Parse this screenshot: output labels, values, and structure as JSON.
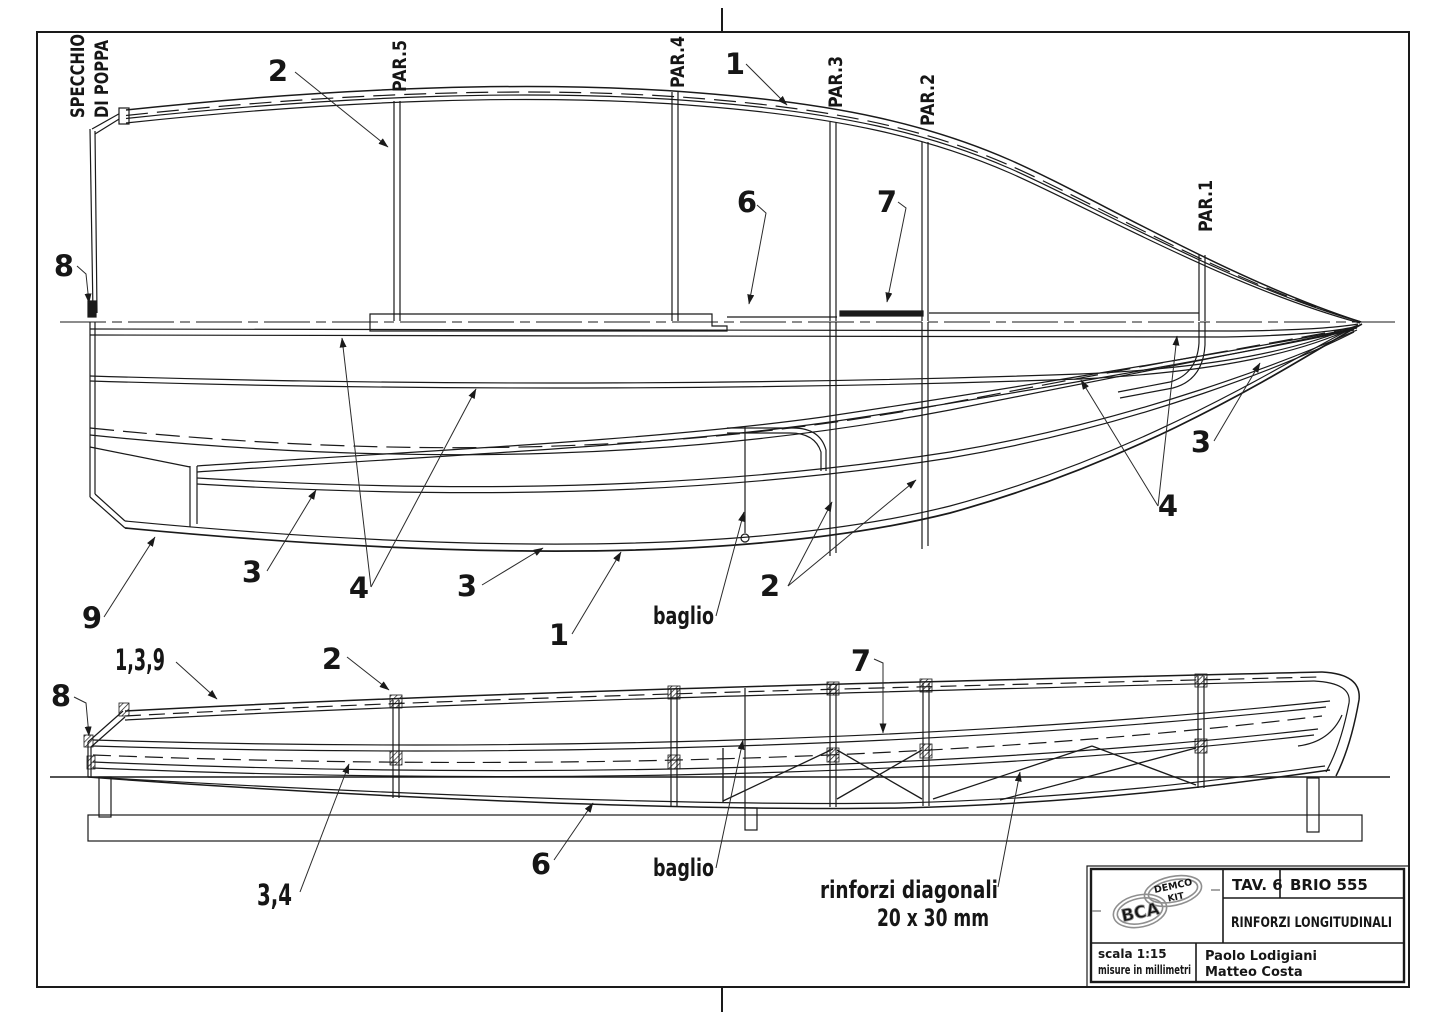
{
  "colors": {
    "line": "#1a1a1a",
    "leader": "#2a2a2a",
    "logo_gray": "#8f8f8f",
    "paper": "#ffffff"
  },
  "plan": {
    "stern_label": [
      "SPECCHIO",
      "DI POPPA"
    ],
    "frames": [
      "PAR.5",
      "PAR.4",
      "PAR.3",
      "PAR.2",
      "PAR.1"
    ],
    "callouts": {
      "top2": "2",
      "top1": "1",
      "top6": "6",
      "top7": "7",
      "top8": "8",
      "bot9": "9",
      "bot3a": "3",
      "bot4a": "4",
      "bot3b": "3",
      "bot1": "1",
      "baglio": "baglio",
      "bot2": "2",
      "bot3c": "3",
      "bot4b": "4"
    }
  },
  "side": {
    "callouts": {
      "c8": "8",
      "c139": "1,3,9",
      "c2": "2",
      "c7": "7",
      "c34": "3,4",
      "c6": "6",
      "baglio": "baglio"
    },
    "note_line1": "rinforzi diagonali",
    "note_line2": "20 x 30 mm"
  },
  "title_block": {
    "tav": "TAV. 6",
    "model": "BRIO 555",
    "title": "RINFORZI LONGITUDINALI",
    "scale": "scala 1:15",
    "units": "misure in millimetri",
    "author1": "Paolo Lodigiani",
    "author2": "Matteo Costa",
    "logo_main": "BCA",
    "logo_top": "DEMCO",
    "logo_sub": "KIT"
  }
}
